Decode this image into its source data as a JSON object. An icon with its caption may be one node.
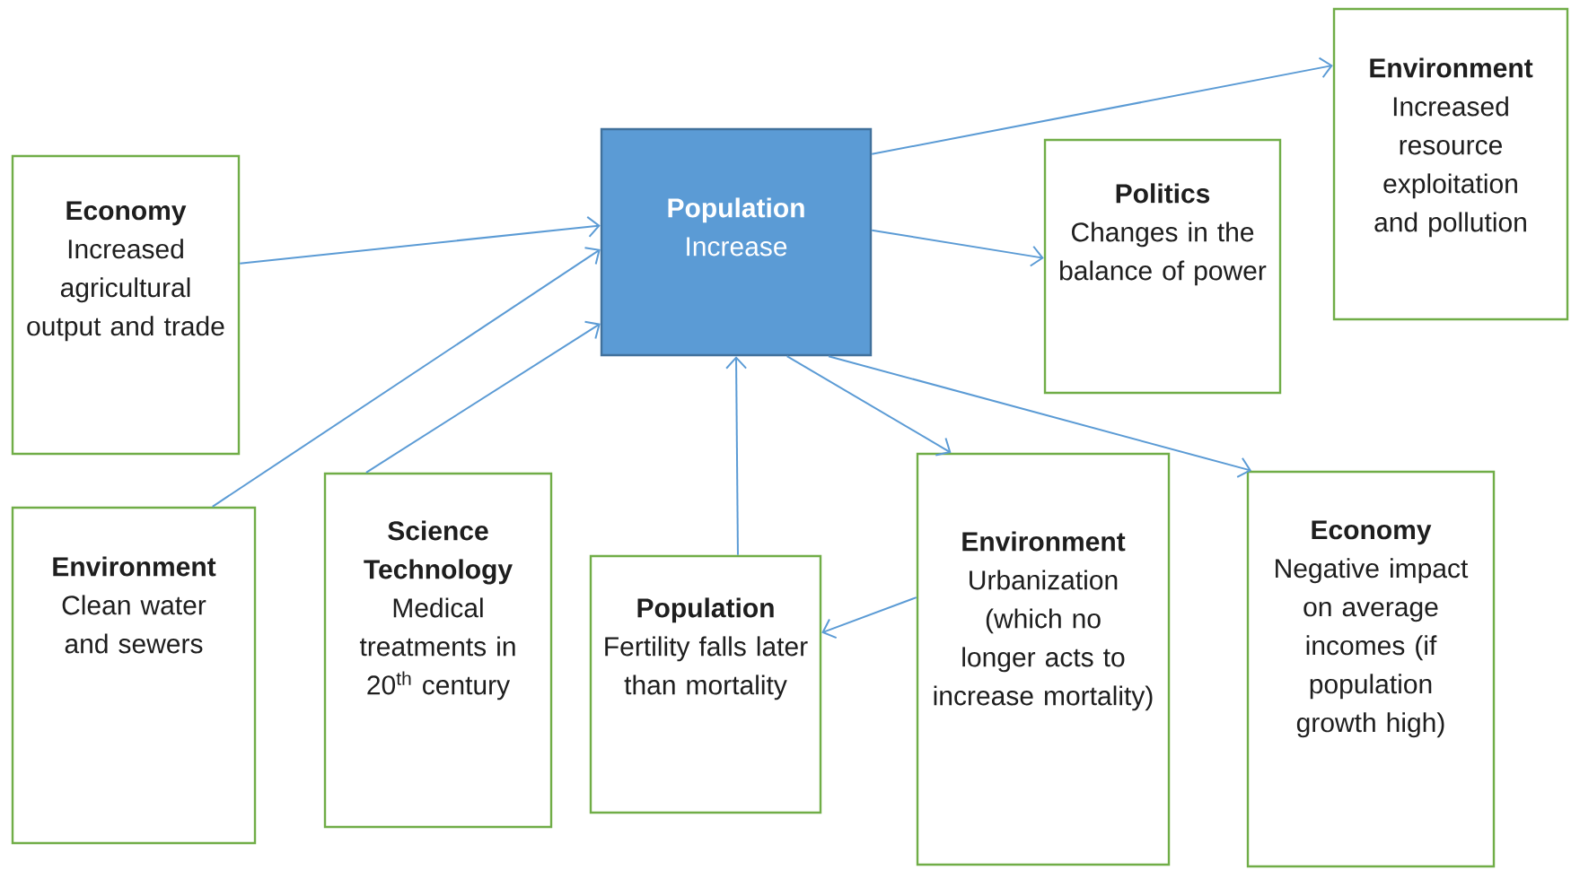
{
  "diagram": {
    "nodes": [
      {
        "text": [
          "Population",
          "Increase"
        ]
      },
      {
        "text": [
          "Economy",
          "Increased agricultural output and trade"
        ]
      },
      {
        "text": [
          "Environment",
          "Increased resource exploitation and pollution"
        ]
      },
      {
        "text": [
          "Politics",
          "Changes in the balance of power"
        ]
      },
      {
        "text": [
          "Environment",
          "Clean water and sewers"
        ]
      },
      {
        "text": [
          "Science Technology",
          "Medical treatments in 20$^{th}$ century"
        ]
      },
      {
        "text": [
          "Population",
          "Fertility falls later than mortality"
        ]
      },
      {
        "text": [
          "Environment",
          "Urbanization (which no longer acts to increase mortality)"
        ]
      },
      {
        "text": [
          "Economy",
          "Negative impact on average incomes (if population growth high)"
        ]
      }
    ],
    "edges": [
      {
        "from": 1,
        "to": 0,
        "arrow": "to"
      },
      {
        "from": 4,
        "to": 0,
        "arrow": "to"
      },
      {
        "from": 5,
        "to": 0,
        "arrow": "to"
      },
      {
        "from": 6,
        "to": 0,
        "arrow": "to"
      },
      {
        "from": 0,
        "to": 2,
        "arrow": "to"
      },
      {
        "from": 0,
        "to": 3,
        "arrow": "to"
      },
      {
        "from": 0,
        "to": 7,
        "arrow": "to"
      },
      {
        "from": 0,
        "to": 8,
        "arrow": "to"
      },
      {
        "from": 7,
        "to": 6,
        "arrow": "to"
      }
    ]
  }
}
